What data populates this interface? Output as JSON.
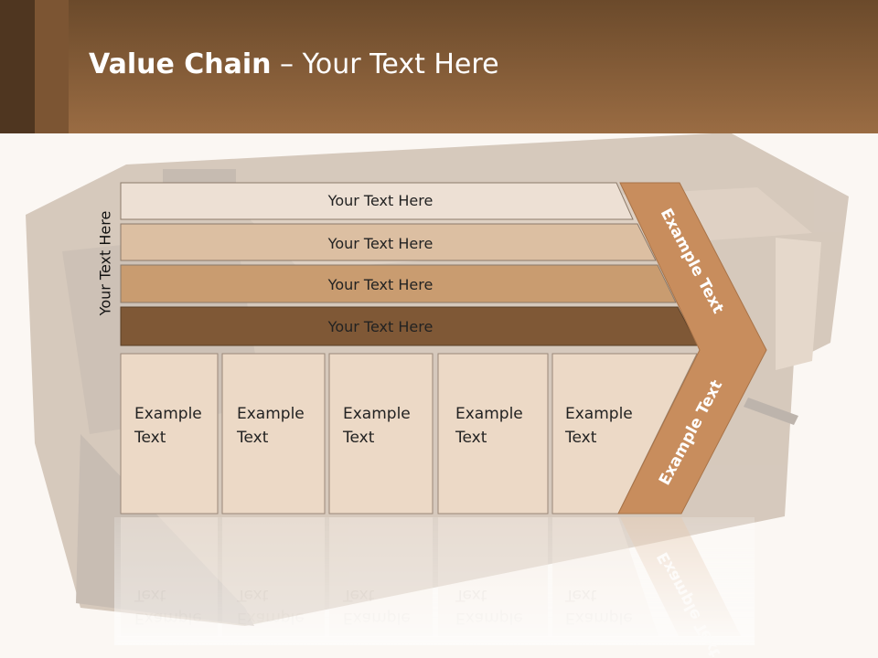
{
  "title": {
    "bold": "Value Chain",
    "rest": " – Your Text Here"
  },
  "side_label": "Your Text Here",
  "bars": [
    {
      "label": "Your Text Here",
      "color": "#ede0d4"
    },
    {
      "label": "Your Text Here",
      "color": "#dcbfa2"
    },
    {
      "label": "Your Text Here",
      "color": "#c99c70"
    },
    {
      "label": "Your Text Here",
      "color": "#7f5836"
    }
  ],
  "boxes": [
    {
      "line1": "Example",
      "line2": "Text"
    },
    {
      "line1": "Example",
      "line2": "Text"
    },
    {
      "line1": "Example",
      "line2": "Text"
    },
    {
      "line1": "Example",
      "line2": "Text"
    },
    {
      "line1": "Example",
      "line2": "Text"
    }
  ],
  "chevron": {
    "top_text": "Example Text",
    "bottom_text": "Example Text",
    "color": "#c88d5d"
  },
  "colors": {
    "header_top": "#6b4a2b",
    "header_bottom": "#9a6c43",
    "box_fill": "#ecd9c6",
    "slide_bg": "#fbf7f3"
  }
}
